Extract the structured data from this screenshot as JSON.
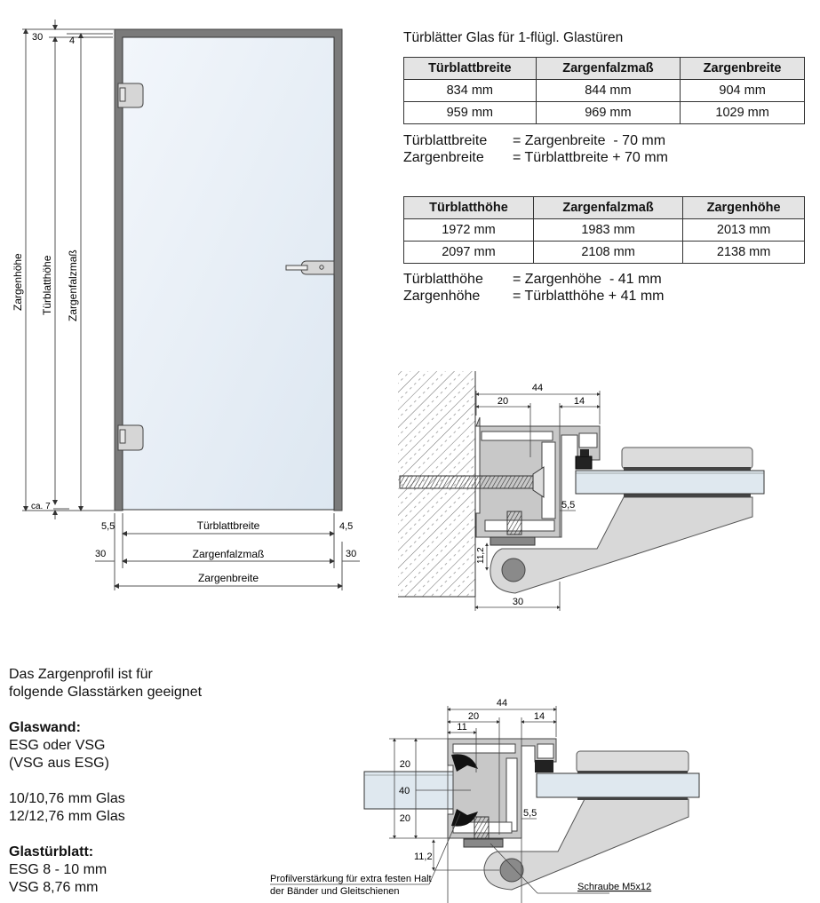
{
  "door_drawing": {
    "dim_top_30": "30",
    "dim_top_4": "4",
    "dim_bottom_ca7": "ca. 7",
    "vertical_labels": [
      "Zargenhöhe",
      "Türblatthöhe",
      "Zargenfalzmaß"
    ],
    "dim_left_55": "5,5",
    "dim_right_45": "4,5",
    "dim_left_30": "30",
    "dim_right_30": "30",
    "label_tuerblattbreite": "Türblattbreite",
    "label_zargenfalzmass": "Zargenfalzmaß",
    "label_zargenbreite": "Zargenbreite"
  },
  "title": "Türblätter Glas für 1-flügl. Glastüren",
  "width_table": {
    "headers": [
      "Türblattbreite",
      "Zargenfalzmaß",
      "Zargenbreite"
    ],
    "rows": [
      [
        "834 mm",
        "844 mm",
        "904 mm"
      ],
      [
        "959 mm",
        "969 mm",
        "1029 mm"
      ]
    ]
  },
  "width_formulas": [
    {
      "lhs": "Türblattbreite",
      "rhs": "= Zargenbreite  - 70 mm"
    },
    {
      "lhs": "Zargenbreite",
      "rhs": "= Türblattbreite + 70 mm"
    }
  ],
  "height_table": {
    "headers": [
      "Türblatthöhe",
      "Zargenfalzmaß",
      "Zargenhöhe"
    ],
    "rows": [
      [
        "1972 mm",
        "1983 mm",
        "2013 mm"
      ],
      [
        "2097 mm",
        "2108 mm",
        "2138 mm"
      ]
    ]
  },
  "height_formulas": [
    {
      "lhs": "Türblatthöhe",
      "rhs": "= Zargenhöhe  - 41 mm"
    },
    {
      "lhs": "Zargenhöhe",
      "rhs": "= Türblatthöhe + 41 mm"
    }
  ],
  "profile_wall": {
    "dim_44": "44",
    "dim_20": "20",
    "dim_14": "14",
    "dim_55": "5,5",
    "dim_112": "11,2",
    "dim_30": "30"
  },
  "profile_glass": {
    "dim_44": "44",
    "dim_20": "20",
    "dim_14": "14",
    "dim_11": "11",
    "dim_left_20a": "20",
    "dim_left_40": "40",
    "dim_left_20b": "20",
    "dim_55": "5,5",
    "dim_112": "11,2",
    "note_line1": "Profilverstärkung für extra festen Halt",
    "note_line2": "der Bänder und Gleitschienen",
    "screw_label": "Schraube M5x12"
  },
  "info": {
    "intro_line1": "Das Zargenprofil ist für",
    "intro_line2": "folgende Glasstärken geeignet",
    "glaswand_heading": "Glaswand:",
    "glaswand_line1": "ESG oder VSG",
    "glaswand_line2": "(VSG aus ESG)",
    "glas_line1": "10/10,76 mm Glas",
    "glas_line2": "12/12,76 mm Glas",
    "tuerblatt_heading": "Glastürblatt:",
    "tuerblatt_line1": "ESG 8 - 10 mm",
    "tuerblatt_line2": "VSG 8,76 mm"
  },
  "colors": {
    "frame": "#777777",
    "glass": "#e8eef5",
    "profile": "#c8c8c8",
    "table_header": "#e4e4e4"
  }
}
